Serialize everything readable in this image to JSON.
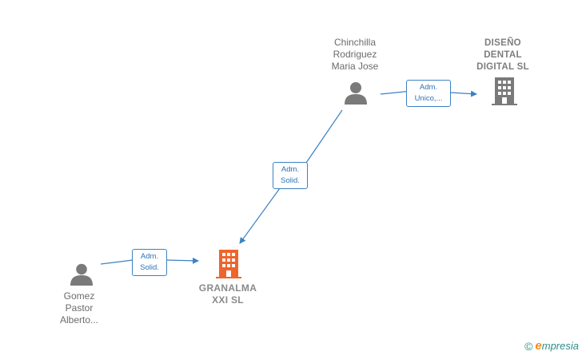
{
  "nodes": {
    "chinchilla": {
      "lines": [
        "Chinchilla",
        "Rodriguez",
        "Maria Jose"
      ],
      "icon": "person-icon"
    },
    "diseno": {
      "lines": [
        "DISEÑO",
        "DENTAL",
        "DIGITAL  SL"
      ],
      "icon": "building-icon"
    },
    "gomez": {
      "lines": [
        "Gomez",
        "Pastor",
        "Alberto..."
      ],
      "icon": "person-icon"
    },
    "granalma": {
      "lines": [
        "GRANALMA",
        "XXI  SL"
      ],
      "icon": "building-icon",
      "highlight_color": "#f0642c"
    }
  },
  "edges": {
    "chinchilla_diseno": {
      "lines": [
        "Adm.",
        "Unico,..."
      ]
    },
    "chinchilla_granalma": {
      "lines": [
        "Adm.",
        "Solid."
      ]
    },
    "gomez_granalma": {
      "lines": [
        "Adm.",
        "Solid."
      ]
    }
  },
  "colors": {
    "edge": "#3b82c4",
    "person": "#7a7a7a",
    "company": "#7a7a7a",
    "main_company": "#f0642c"
  },
  "brand": {
    "copyright": "©",
    "initial": "e",
    "name": "mpresia"
  }
}
